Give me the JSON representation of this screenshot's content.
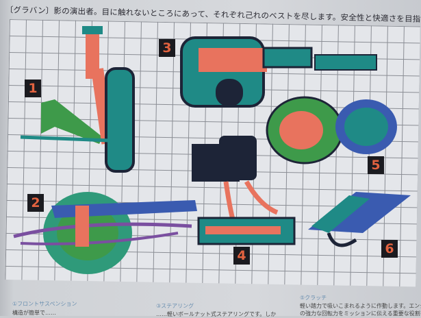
{
  "headline": "〔グラバン〕影の演出者。目に触れないところにあって、それぞれ己れのベストを尽します。安全性と快適さを目指して……",
  "diagram_numbers": [
    "1",
    "2",
    "3",
    "4",
    "5",
    "6"
  ],
  "sections": [
    {
      "title": "①フロントサスペンション",
      "text": "構造が簡単で……"
    },
    {
      "title": "③ステアリング",
      "text": "……軽いボールナット式ステアリングです。しか"
    },
    {
      "title": "⑤クラッチ",
      "text": "軽い踏力で吸いこまれるように作動します。エンジン",
      "text2": "の強力な回転力をミッションに伝える重要な役割を果"
    }
  ],
  "colors": {
    "teal": "#1f8a86",
    "salmon": "#e8735e",
    "navy": "#1d2437",
    "green": "#3e9a4a",
    "blue": "#3a5bb0",
    "purple": "#7a4fa0"
  }
}
